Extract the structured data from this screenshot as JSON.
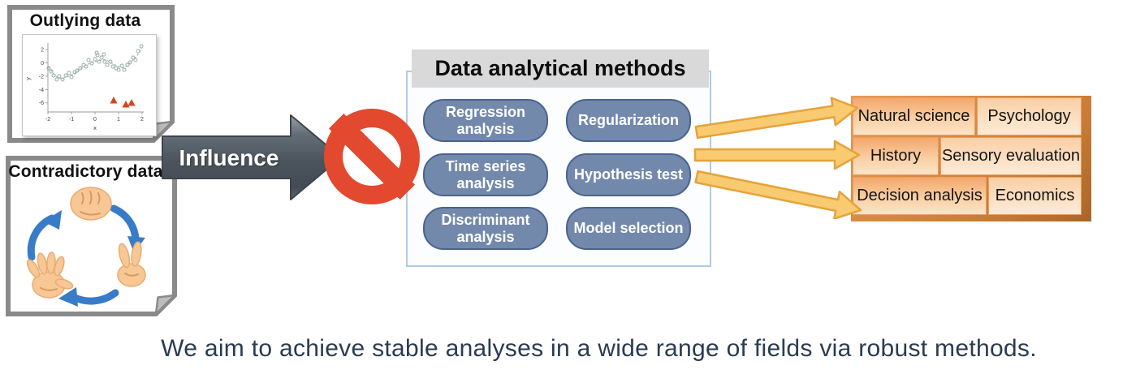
{
  "documents": {
    "outlying": {
      "title": "Outlying data"
    },
    "contradictory": {
      "title": "Contradictory data"
    }
  },
  "influence_arrow": {
    "label": "Influence"
  },
  "methods_panel": {
    "title": "Data analytical methods",
    "items": [
      "Regression analysis",
      "Time series analysis",
      "Discriminant analysis",
      "Regularization",
      "Hypothesis test",
      "Model selection"
    ]
  },
  "fields_panel": {
    "tiles": [
      "Natural science",
      "Psychology",
      "History",
      "Sensory evaluation",
      "Decision analysis",
      "Economics"
    ]
  },
  "caption": "We aim to achieve stable analyses in a wide range of fields via robust methods.",
  "mini_plot": {
    "type": "scatter",
    "xlabel": "x",
    "ylabel": "y",
    "x_ticks": [
      "-2",
      "-1",
      "0",
      "1",
      "2"
    ],
    "y_ticks": [
      "2",
      "0",
      "-2",
      "-4",
      "-6"
    ],
    "curve_points_xy": [
      [
        -2,
        -0.5
      ],
      [
        -1.5,
        -2.3
      ],
      [
        -1,
        -1.8
      ],
      [
        -0.5,
        -0.6
      ],
      [
        0,
        0.2
      ],
      [
        0.4,
        0.5
      ],
      [
        0.8,
        -0.2
      ],
      [
        1.2,
        -0.7
      ],
      [
        1.6,
        0.4
      ],
      [
        2,
        2.2
      ]
    ],
    "outlier_points_xy": [
      [
        0.8,
        -5.6
      ],
      [
        1.3,
        -6.2
      ],
      [
        1.55,
        -5.9
      ]
    ]
  },
  "icons": {
    "no_entry": "prohibition circle with diagonal bar",
    "rock_hand": "fist",
    "scissors_hand": "two-finger hand",
    "paper_hand": "open hand",
    "cycle_arrows": "clockwise rock-paper-scissors cycle",
    "influence_block_arrow": "right block arrow",
    "link_arrows": "three yellow right arrows"
  },
  "colors": {
    "doc_border": "#8a8a8a",
    "pill_fill": "#7389ac",
    "pill_border": "#4a6391",
    "panel_border": "#aecbe2",
    "header_bg": "#d9d9d9",
    "no_sign_red": "#e2492f",
    "influence_gray": "#545e67",
    "yellow_arrow": "#f8cb70",
    "yellow_arrow_border": "#e6a23c",
    "tile_orange": "#f3a76c",
    "hand_skin": "#f7c795",
    "cycle_blue": "#3a7bc8",
    "caption_text": "#2b3c51",
    "outlier_red": "#d7431d"
  }
}
